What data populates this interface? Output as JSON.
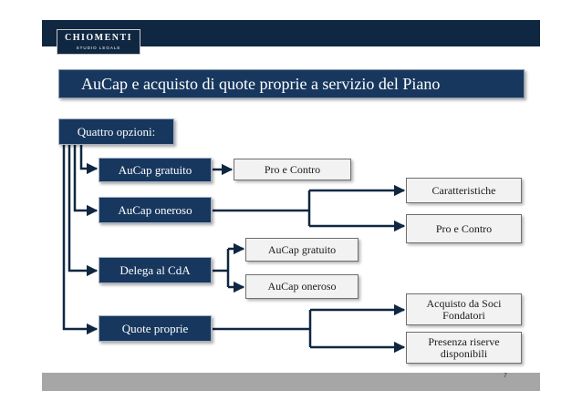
{
  "logo": {
    "name": "CHIOMENTI",
    "subtitle": "STUDIO LEGALE"
  },
  "title": "AuCap e acquisto di quote proprie a servizio del Piano",
  "root": "Quattro opzioni:",
  "options": [
    {
      "label": "AuCap gratuito",
      "children": [
        "Pro e Contro"
      ]
    },
    {
      "label": "AuCap oneroso",
      "children": [
        "Caratteristiche",
        "Pro e Contro"
      ]
    },
    {
      "label": "Delega al CdA",
      "children": [
        "AuCap gratuito",
        "AuCap oneroso"
      ]
    },
    {
      "label": "Quote proprie",
      "children": [
        "Acquisto da Soci Fondatori",
        "Presenza riserve disponibili"
      ]
    }
  ],
  "page_number": "7",
  "colors": {
    "dark_navy": "#0f2741",
    "box_blue": "#17375e",
    "light_box": "#f2f2f2",
    "footer": "#a6a6a6"
  }
}
